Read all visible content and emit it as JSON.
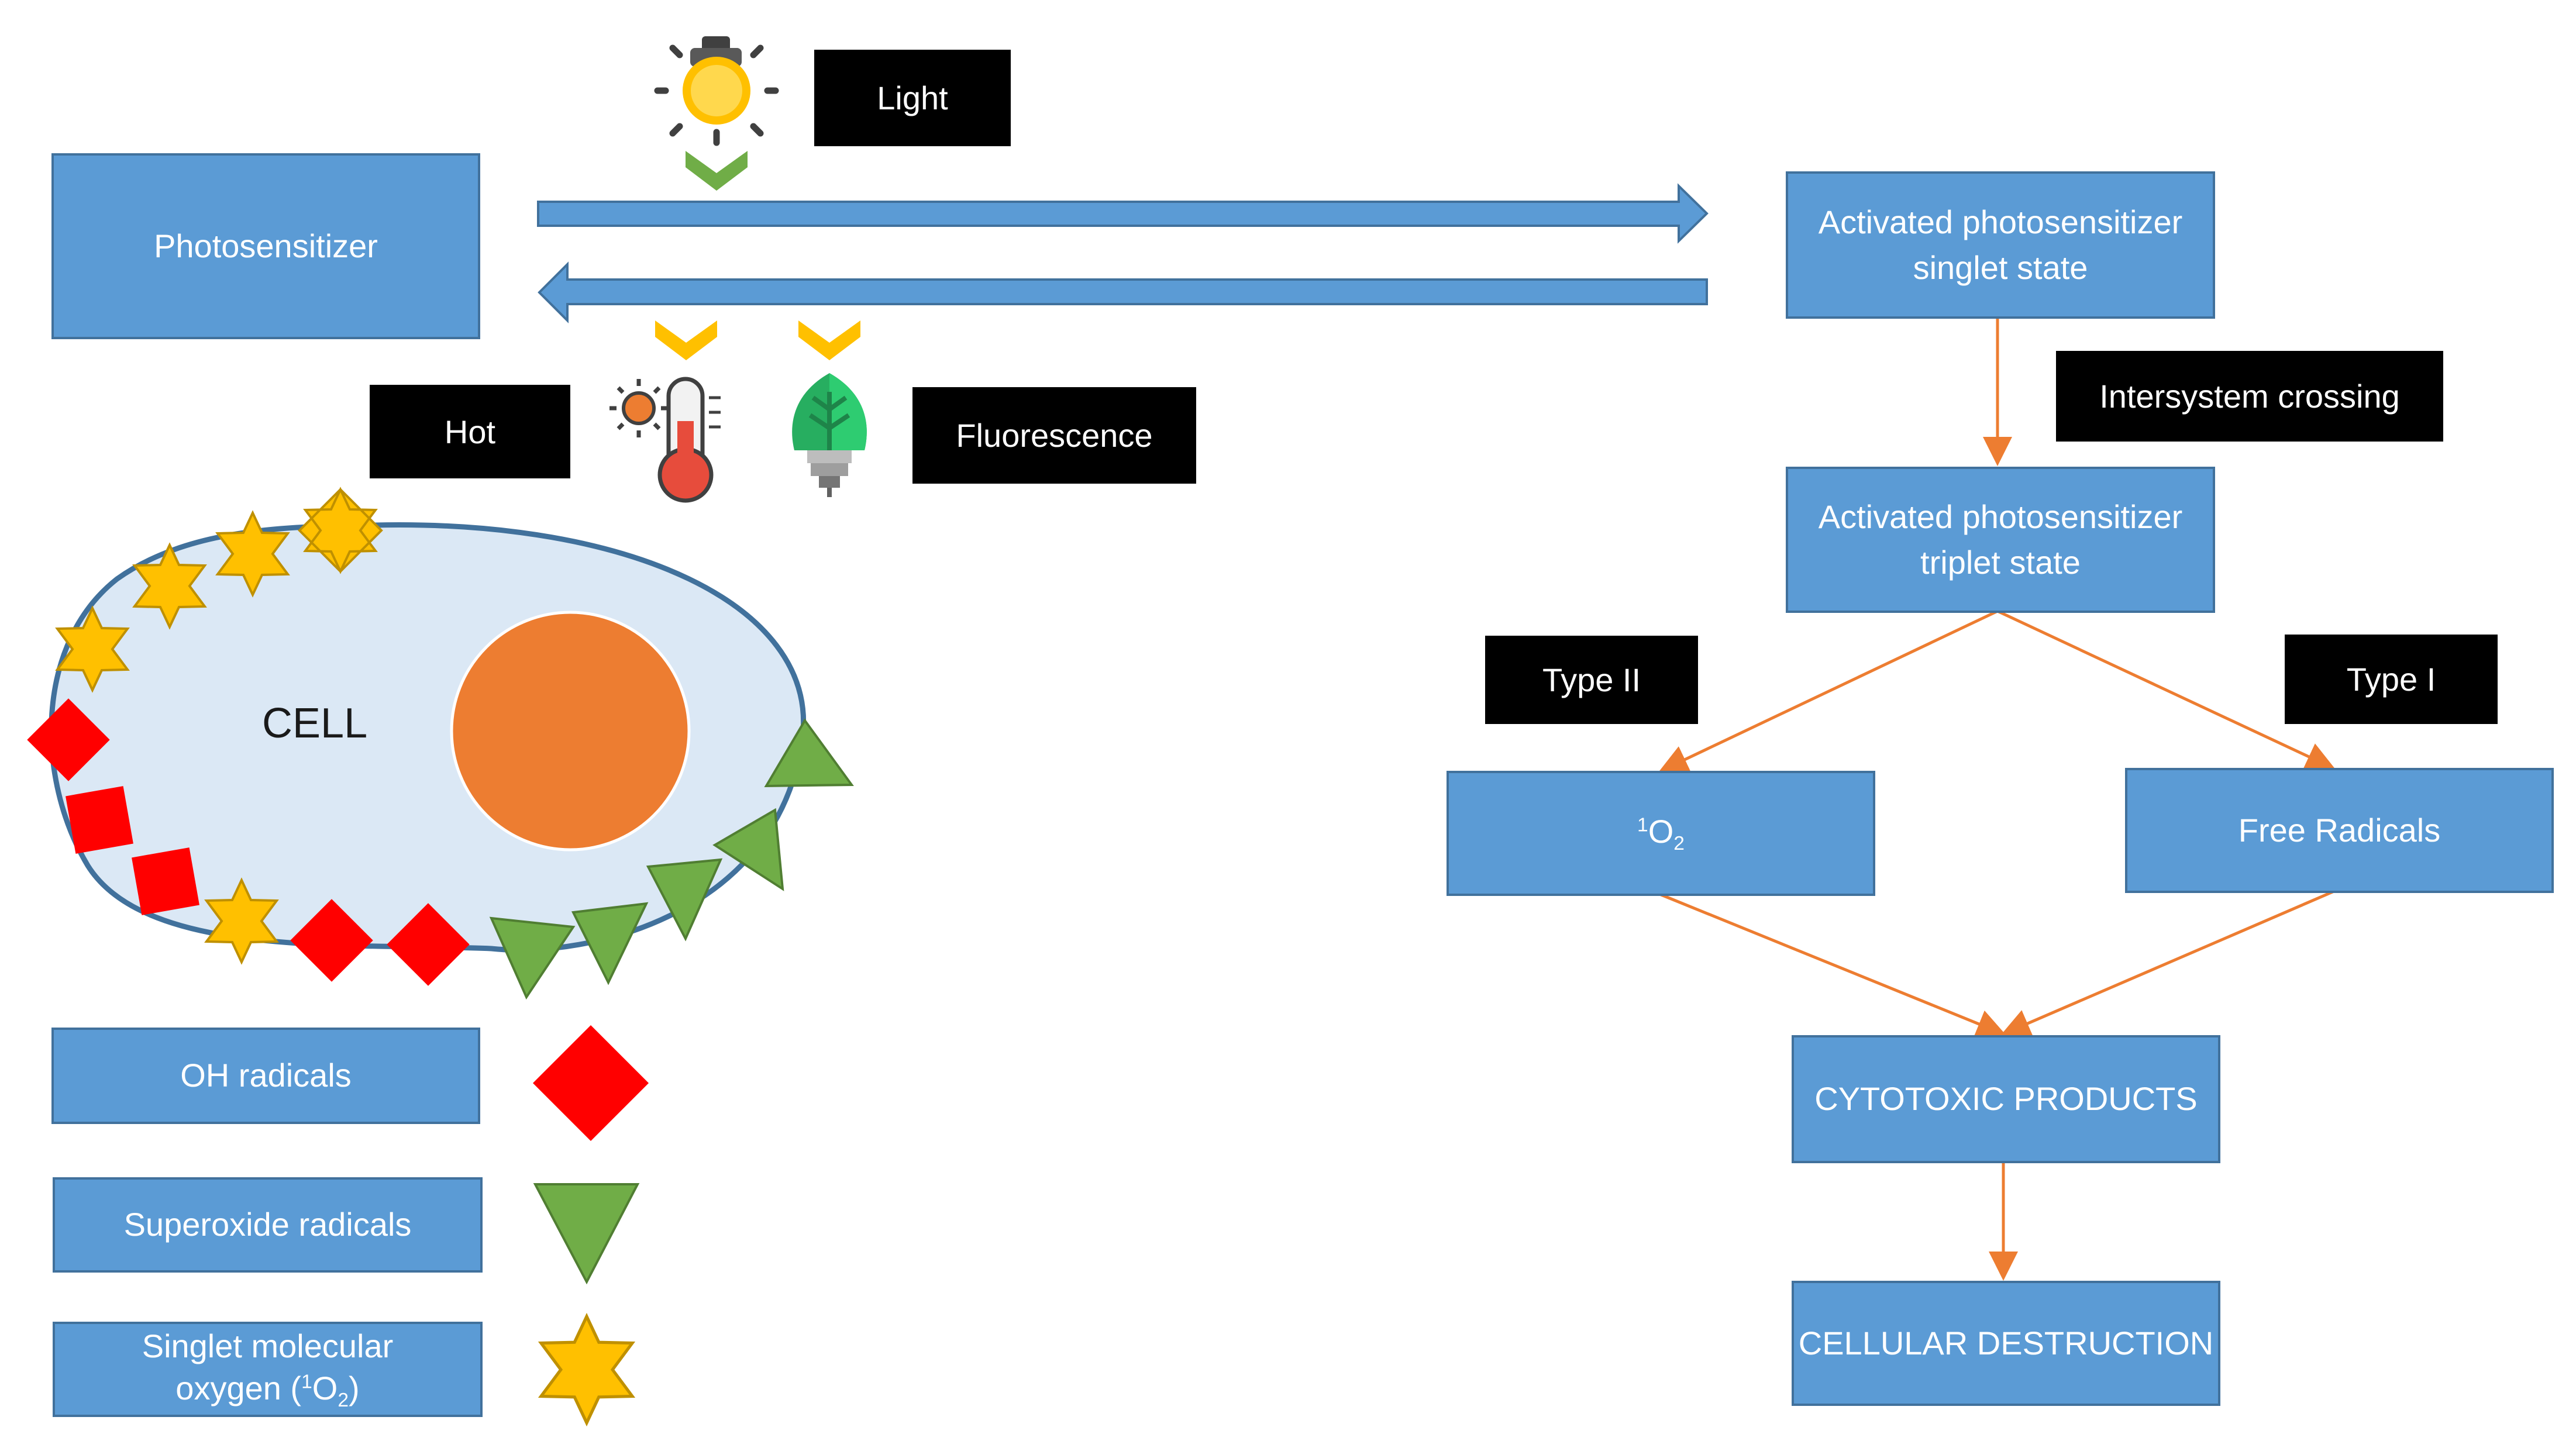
{
  "process": {
    "photosensitizer": "Photosensitizer",
    "singlet": [
      "Activated photosensitizer",
      "singlet state"
    ],
    "triplet": [
      "Activated photosensitizer",
      "triplet state"
    ],
    "singlet_oxygen_box": {
      "sup": "1",
      "base": "O",
      "sub": "2"
    },
    "free_radicals": "Free Radicals",
    "cytotoxic": "CYTOTOXIC PRODUCTS",
    "destruction": "CELLULAR DESTRUCTION"
  },
  "tags": {
    "light": "Light",
    "hot": "Hot",
    "fluorescence": "Fluorescence",
    "isc": "Intersystem crossing",
    "type2": "Type II",
    "type1": "Type I"
  },
  "cell": {
    "label": "CELL"
  },
  "legend": {
    "oh": "OH radicals",
    "superoxide": "Superoxide radicals",
    "singlet_line1": "Singlet molecular",
    "singlet_line2": {
      "prefix": "oxygen (",
      "sup": "1",
      "base": "O",
      "sub": "2",
      "suffix": ")"
    }
  },
  "icons": [
    "light-bulb-icon",
    "thermometer-icon",
    "leaf-bulb-icon",
    "chevron-down-icon"
  ],
  "colors": {
    "box_fill": "#5b9bd5",
    "box_border": "#41719c",
    "orange_arrow": "#ed7d31",
    "nucleus": "#ed7d31",
    "cell_fill": "#dbe8f5",
    "diamond": "#ff0000",
    "triangle": "#5b9a30",
    "star": "#ffc000"
  }
}
